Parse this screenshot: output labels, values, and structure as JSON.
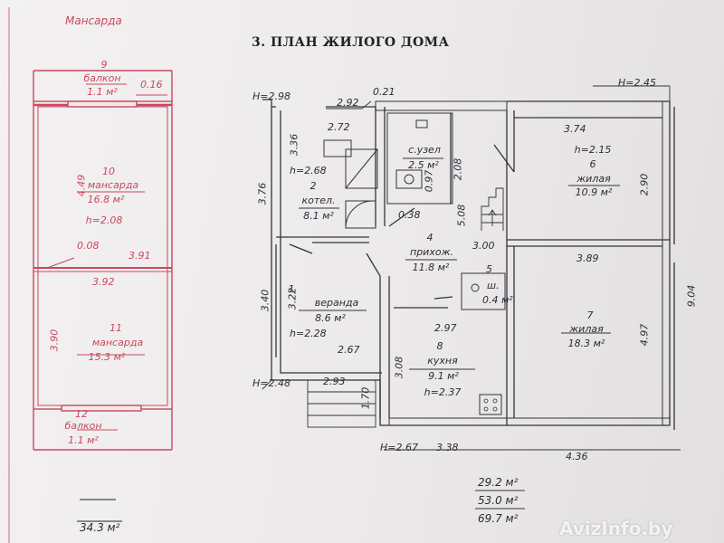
{
  "left_plan_title": "Мансарда",
  "main_title": "3. ПЛАН ЖИЛОГО ДОМА",
  "watermark": "AvizInfo.by",
  "mansard": {
    "balcony_top": {
      "num": "9",
      "name": "балкон",
      "area": "1.1 м²",
      "dim": "0.16"
    },
    "room10": {
      "num": "10",
      "name": "мансарда",
      "area": "16.8 м²",
      "height": "h=2.08",
      "dim_v": "4.49"
    },
    "dims_mid": {
      "a": "0.08",
      "b": "3.91",
      "c": "3.92"
    },
    "room11": {
      "num": "11",
      "name": "мансарда",
      "area": "15.3 м²",
      "dim_v": "3.90"
    },
    "balcony_bottom": {
      "num": "12",
      "name": "балкон",
      "area": "1.1 м²"
    },
    "total": "34.3 м²"
  },
  "house": {
    "heights": {
      "h_tl": "H=2.98",
      "h_tr": "H=2.45",
      "h_bl": "H=2.48",
      "h_b": "H=2.67"
    },
    "dims": {
      "d292": "2.92",
      "d021": "0.21",
      "d272": "2.72",
      "d374": "3.74",
      "d336": "3.36",
      "d376": "3.76",
      "d208": "2.08",
      "d508": "5.08",
      "d038": "0.38",
      "d300": "3.00",
      "d389": "3.89",
      "d290": "2.90",
      "d904": "9.04",
      "d340": "3.40",
      "d322": "3.22",
      "d297": "2.97",
      "d497": "4.97",
      "d267": "2.67",
      "d308": "3.08",
      "d293": "2.93",
      "d170": "1.70",
      "d338": "3.38",
      "d436": "4.36",
      "d097": "0.97"
    },
    "rooms": {
      "r1": {
        "num": "1",
        "name": "веранда",
        "area": "8.6 м²",
        "height": "h=2.28"
      },
      "r2": {
        "num": "2",
        "name": "котел.",
        "area": "8.1 м²",
        "height": "h=2.68"
      },
      "r3": {
        "name": "с.узел",
        "area": "2.5 м²"
      },
      "r4": {
        "num": "4",
        "name": "прихож.",
        "area": "11.8 м²"
      },
      "r5": {
        "num": "5",
        "name": "ш.",
        "area": "0.4 м²"
      },
      "r6": {
        "num": "6",
        "name": "жилая",
        "area": "10.9 м²",
        "height": "h=2.15"
      },
      "r7": {
        "num": "7",
        "name": "жилая",
        "area": "18.3 м²"
      },
      "r8": {
        "num": "8",
        "name": "кухня",
        "area": "9.1 м²",
        "height": "h=2.37"
      }
    },
    "totals": {
      "t1": "29.2 м²",
      "t2": "53.0 м²",
      "t3": "69.7 м²"
    }
  }
}
